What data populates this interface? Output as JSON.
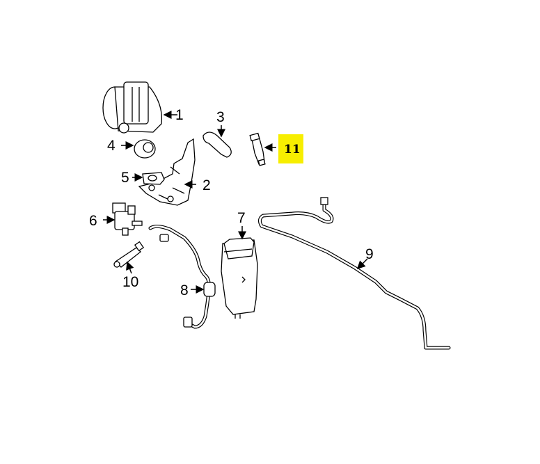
{
  "diagram": {
    "callouts": [
      {
        "id": "1",
        "label": "1"
      },
      {
        "id": "2",
        "label": "2"
      },
      {
        "id": "3",
        "label": "3"
      },
      {
        "id": "4",
        "label": "4"
      },
      {
        "id": "5",
        "label": "5"
      },
      {
        "id": "6",
        "label": "6"
      },
      {
        "id": "7",
        "label": "7"
      },
      {
        "id": "8",
        "label": "8"
      },
      {
        "id": "9",
        "label": "9"
      },
      {
        "id": "10",
        "label": "10"
      },
      {
        "id": "11",
        "label": "11"
      }
    ],
    "highlight_color": "#f7ee00"
  }
}
